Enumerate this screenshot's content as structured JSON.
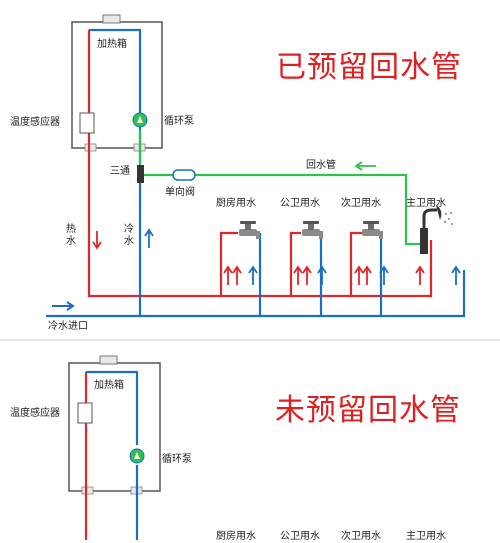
{
  "diagram1": {
    "title": "已预留回水管",
    "heater_label": "加热箱",
    "temp_sensor_label": "温度感应器",
    "pump_label": "循环泵",
    "three_way_label": "三通",
    "check_valve_label": "单向阀",
    "return_pipe_label": "回水管",
    "hot_water_label": "热水",
    "cold_water_label": "冷水",
    "inlet_label": "冷水进口",
    "fixtures": [
      "厨房用水",
      "公卫用水",
      "次卫用水",
      "主卫用水"
    ]
  },
  "diagram2": {
    "title": "未预留回水管",
    "heater_label": "加热箱",
    "temp_sensor_label": "温度感应器",
    "pump_label": "循环泵",
    "fixtures": [
      "厨房用水",
      "公卫用水",
      "次卫用水",
      "主卫用水"
    ]
  },
  "colors": {
    "hot": "#e0262a",
    "cold": "#1a6fc4",
    "return": "#2ec24a",
    "title": "#e02020",
    "heater_border": "#555555"
  }
}
